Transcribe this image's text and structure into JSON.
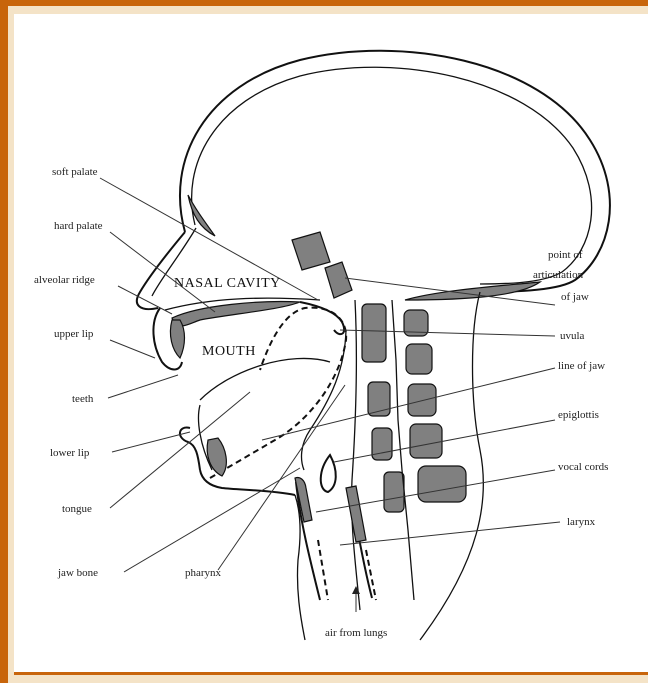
{
  "labels": {
    "soft_palate": "soft palate",
    "hard_palate": "hard palate",
    "alveolar_ridge": "alveolar ridge",
    "upper_lip": "upper lip",
    "teeth": "teeth",
    "lower_lip": "lower lip",
    "tongue": "tongue",
    "jaw_bone": "jaw bone",
    "pharynx": "pharynx",
    "nasal_cavity": "NASAL CAVITY",
    "mouth": "MOUTH",
    "point_of_articulation_line1": "point of",
    "point_of_articulation_line2": "articulation",
    "point_of_articulation_line3": "of jaw",
    "uvula": "uvula",
    "line_of_jaw": "line of jaw",
    "epiglottis": "epiglottis",
    "vocal_cords": "vocal cords",
    "larynx": "larynx",
    "air_from_lungs": "air from lungs"
  },
  "colors": {
    "frame": "#c8650b",
    "background": "#f4e3c7",
    "shading": "#808080"
  }
}
